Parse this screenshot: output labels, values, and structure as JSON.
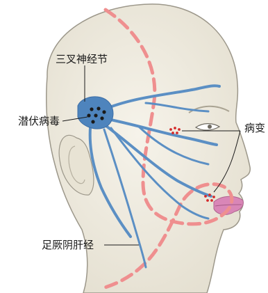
{
  "labels": {
    "trigeminal_ganglion": "三叉神经节",
    "latent_virus": "潜伏病毒",
    "lesion": "病变",
    "liver_meridian": "足厥阴肝经"
  },
  "colors": {
    "skin": "#f1eee3",
    "skin_shadow": "#d8d3c2",
    "outline": "#9c978a",
    "nerve": "#5b8fc4",
    "nerve_light": "#8fb6de",
    "meridian": "#ef8f8f",
    "lesion_dots": "#d42a2a",
    "lips": "#d986b7",
    "virus": "#1a1a1a",
    "leader": "#1a1a1a"
  }
}
